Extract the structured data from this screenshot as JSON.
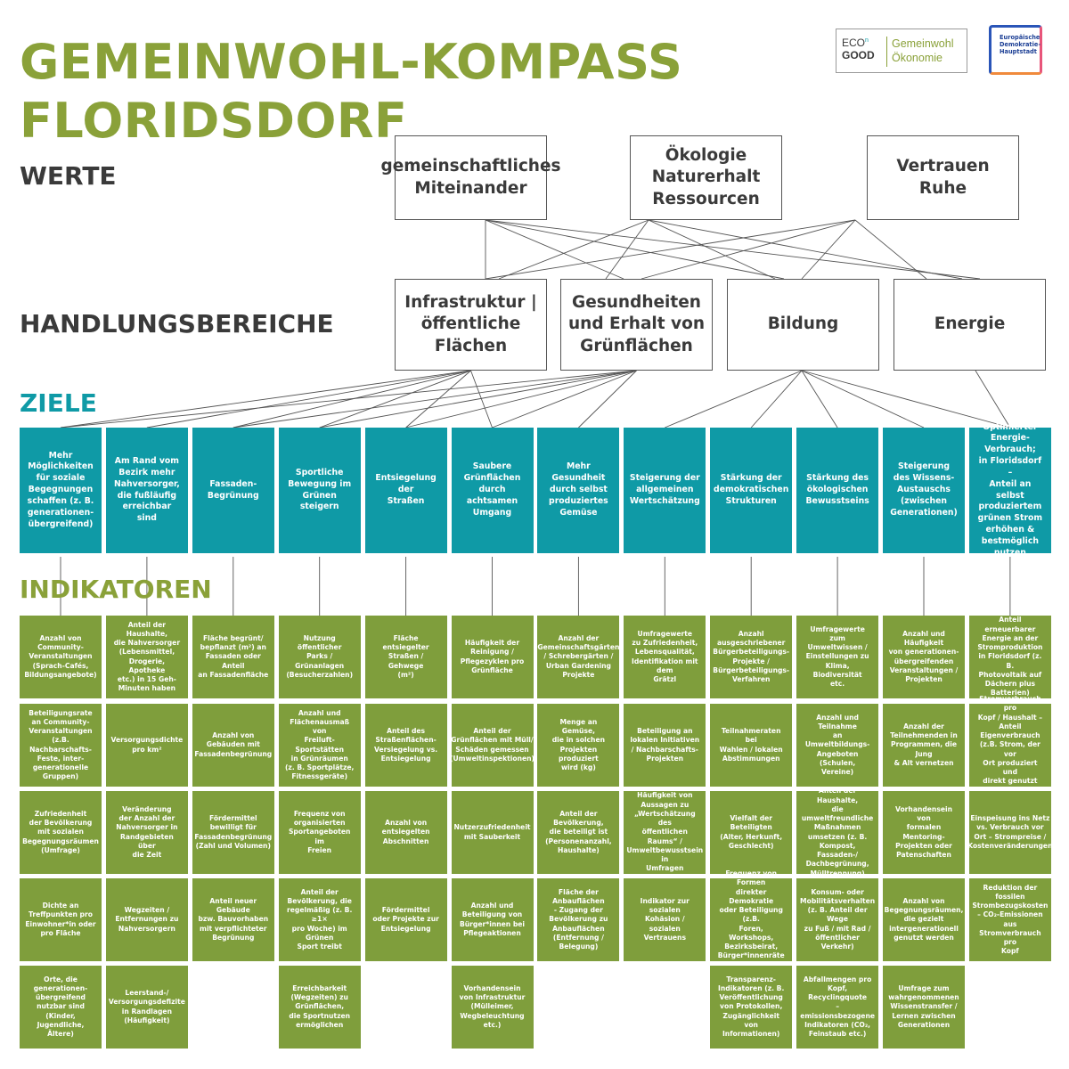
{
  "title_line1": "GEMEINWOHL-KOMPASS",
  "title_line2": "FLORIDSDORF",
  "logo_ecogood": {
    "line1": "ECO",
    "line1b": "n",
    "line2": "GOOD",
    "right1": "Gemeinwohl",
    "right2": "Ökonomie"
  },
  "logo_edh": {
    "text": "Europäische\nDemokratie-\nHauptstadt"
  },
  "colors": {
    "green": "#7f9e3c",
    "title_green": "#8aa139",
    "teal": "#0f9aa6",
    "dark": "#3a3a3a"
  },
  "sections": {
    "werte": "WERTE",
    "handlungsbereiche": "HANDLUNGSBEREICHE",
    "ziele": "ZIELE",
    "indikatoren": "INDIKATOREN"
  },
  "werte": [
    "gemeinschaftliches\nMiteinander",
    "Ökologie\nNaturerhalt\nRessourcen",
    "Vertrauen\nRuhe"
  ],
  "handlungsbereiche": [
    "Infrastruktur |\nöffentliche\nFlächen",
    "Gesundheiten\nund Erhalt von\nGrünflächen",
    "Bildung",
    "Energie"
  ],
  "ziele": [
    "Mehr\nMöglichkeiten\nfür soziale\nBegegnungen\nschaffen (z. B.\ngenerationen-\nübergreifend)",
    "Am Rand vom\nBezirk mehr\nNahversorger,\ndie fußläufig\nerreichbar sind",
    "Fassaden-\nBegrünung",
    "Sportliche\nBewegung im\nGrünen steigern",
    "Entsiegelung der\nStraßen",
    "Saubere\nGrünflächen\ndurch achtsamen\nUmgang",
    "Mehr Gesundheit\ndurch selbst\nproduziertes\nGemüse",
    "Steigerung der\nallgemeinen\nWertschätzung",
    "Stärkung der\ndemokratischen\nStrukturen",
    "Stärkung des\nökologischen\nBewusstseins",
    "Steigerung\ndes Wissens-\nAustauschs\n(zwischen\nGenerationen)",
    "Optimierter\nEnergie-Verbrauch;\nin Floridsdorf –\nAnteil an selbst\nproduziertem\ngrünen Strom\nerhöhen &\nbestmöglich\nnutzen"
  ],
  "indikatoren": [
    [
      "Anzahl von\nCommunity-\nVeranstaltungen\n(Sprach-Cafés,\nBildungsangebote)",
      "Beteiligungsrate\nan Community-\nVeranstaltungen\n(z.B. Nachbarschafts-\nFeste, inter-\ngenerationelle\nGruppen)",
      "Zufriedenheit\nder Bevölkerung\nmit sozialen\nBegegnungsräumen\n(Umfrage)",
      "Dichte an\nTreffpunkten pro\nEinwohner*in oder\npro Fläche",
      "Orte, die\ngenerationen-\nübergreifend\nnutzbar sind (Kinder,\nJugendliche, Ältere)"
    ],
    [
      "Anteil der Haushalte,\ndie Nahversorger\n(Lebensmittel,\nDrogerie, Apotheke\netc.) in 15 Geh-\nMinuten haben",
      "Versorgungsdichte\npro km²",
      "Veränderung\nder Anzahl der\nNahversorger in\nRandgebieten über\ndie Zeit",
      "Wegzeiten /\nEntfernungen zu\nNahversorgern",
      "Leerstand-/\nVersorgungsdefizite\nin Randlagen\n(Häufigkeit)"
    ],
    [
      "Fläche begrünt/\nbepflanzt (m²) an\nFassaden oder Anteil\nan Fassadenfläche",
      "Anzahl von\nGebäuden mit\nFassadenbegrünung",
      "Fördermittel\nbewilligt für\nFassadenbegrünung\n(Zahl und Volumen)",
      "Anteil neuer Gebäude\nbzw. Bauvorhaben\nmit verpflichteter\nBegrünung"
    ],
    [
      "Nutzung öffentlicher\nParks / Grünanlagen\n(Besucherzahlen)",
      "Anzahl und\nFlächenausmaß von\nFreiluft-Sportstätten\nin Grünräumen\n(z. B. Sportplätze,\nFitnessgeräte)",
      "Frequenz von\norganisierten\nSportangeboten im\nFreien",
      "Anteil der\nBevölkerung, die\nregelmäßig (z. B. ≥1×\npro Woche) im Grünen\nSport treibt",
      "Erreichbarkeit\n(Wegzeiten) zu\nGrünflächen,\ndie Sportnutzen\nermöglichen"
    ],
    [
      "Fläche entsiegelter\nStraßen / Gehwege\n(m²)",
      "Anteil des\nStraßenflächen-\nVersiegelung vs.\nEntsiegelung",
      "Anzahl von\nentsiegelten\nAbschnitten",
      "Fördermittel\noder Projekte zur\nEntsiegelung"
    ],
    [
      "Häufigkeit der\nReinigung /\nPflegezyklen pro\nGrünfläche",
      "Anteil der\nGrünflächen mit Müll/\nSchäden gemessen\n(Umweltinspektionen)",
      "Nutzerzufriedenheit\nmit Sauberkeit",
      "Anzahl und\nBeteiligung von\nBürger*innen bei\nPflegeaktionen",
      "Vorhandensein\nvon Infrastruktur\n(Mülleimer,\nWegbeleuchtung etc.)"
    ],
    [
      "Anzahl der\nGemeinschaftsgärten\n/ Schrebergärten /\nUrban Gardening\nProjekte",
      "Menge an Gemüse,\ndie in solchen\nProjekten produziert\nwird (kg)",
      "Anteil der\nBevölkerung,\ndie beteiligt ist\n(Personenanzahl,\nHaushalte)",
      "Fläche der\nAnbauflächen\n- Zugang der\nBevölkerung zu\nAnbauflächen\n(Entfernung /\nBelegung)"
    ],
    [
      "Umfragewerte\nzu Zufriedenheit,\nLebensqualität,\nIdentifikation mit dem\nGrätzl",
      "Beteiligung an\nlokalen Initiativen\n/ Nachbarschafts-\nProjekten",
      "Häufigkeit von\nAussagen zu\n„Wertschätzung des\nöffentlichen Raums“ /\nUmweltbewusstsein in\nUmfragen",
      "Indikator zur sozialen\nKohäsion / sozialen\nVertrauens"
    ],
    [
      "Anzahl\nausgeschriebener\nBürgerbeteiligungs-\nProjekte /\nBürgerbeteiligungs-\nVerfahren",
      "Teilnahmeraten bei\nWahlen / lokalen\nAbstimmungen",
      "Vielfalt der Beteiligten\n(Alter, Herkunft,\nGeschlecht)",
      "Frequenz von Formen\ndirekter Demokratie\noder Beteiligung (z.B.\nForen, Workshops,\nBezirksbeirat,\nBürger*innenräte etc.)",
      "Transparenz-\nIndikatoren (z. B.\nVeröffentlichung\nvon Protokollen,\nZugänglichkeit von\nInformationen)"
    ],
    [
      "Umfragewerte zum\nUmweltwissen /\nEinstellungen zu\nKlima, Biodiversität\netc.",
      "Anzahl und Teilnahme\nan Umweltbildungs-\nAngeboten (Schulen,\nVereine)",
      "Anteil der Haushalte,\ndie umweltfreundliche\nMaßnahmen\numsetzen (z. B.\nKompost, Fassaden-/\nDachbegrünung,\nMülltrennung)",
      "Konsum- oder\nMobilitätsverhalten\n(z. B. Anteil der Wege\nzu Fuß / mit Rad /\nöffentlicher Verkehr)",
      "Abfallmengen pro\nKopf, Recyclingquote\n– emissionsbezogene\nIndikatoren (CO₂,\nFeinstaub etc.)"
    ],
    [
      "Anzahl und Häufigkeit\nvon generationen-\nübergreifenden\nVeranstaltungen /\nProjekten",
      "Anzahl der\nTeilnehmenden in\nProgrammen, die Jung\n& Alt vernetzen",
      "Vorhandensein von\nformalen Mentoring-\nProjekten oder\nPatenschaften",
      "Anzahl von\nBegegnungsräumen,\ndie gezielt\nintergenerationell\ngenutzt werden",
      "Umfrage zum\nwahrgenommenen\nWissenstransfer /\nLernen zwischen\nGenerationen"
    ],
    [
      "Anteil erneuerbarer\nEnergie an der\nStromproduktion\nin Floridsdorf (z. B.\nPhotovoltaik auf\nDächern plus\nBatterien)",
      "Stromverbrauch pro\nKopf / Haushalt –\nAnteil Eigenverbrauch\n(z.B. Strom, der vor\nOrt produziert und\ndirekt genutzt wird)",
      "Einspeisung ins Netz\nvs. Verbrauch vor\nOrt – Strompreise /\nKostenveränderungen",
      "Reduktion der fossilen\nStrombezugskosten\n– CO₂-Emissionen aus\nStromverbrauch pro\nKopf"
    ]
  ]
}
